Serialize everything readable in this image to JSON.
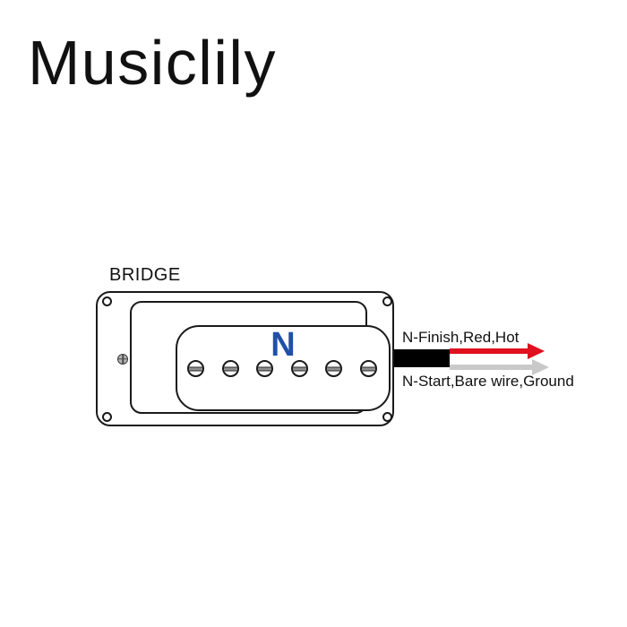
{
  "brand": {
    "logo_text": "Musiclily"
  },
  "diagram": {
    "pickup_label": "BRIDGE",
    "polarity_label": "N",
    "pole_count": 6,
    "wires": {
      "hot": {
        "label": "N-Finish,Red,Hot",
        "color": "#e0101e"
      },
      "ground": {
        "label": "N-Start,Bare wire,Ground",
        "color": "#c9c9c9"
      }
    },
    "colors": {
      "polarity_blue": "#1f51a8",
      "outline": "#1a1a1a",
      "cable_black": "#000000"
    }
  }
}
